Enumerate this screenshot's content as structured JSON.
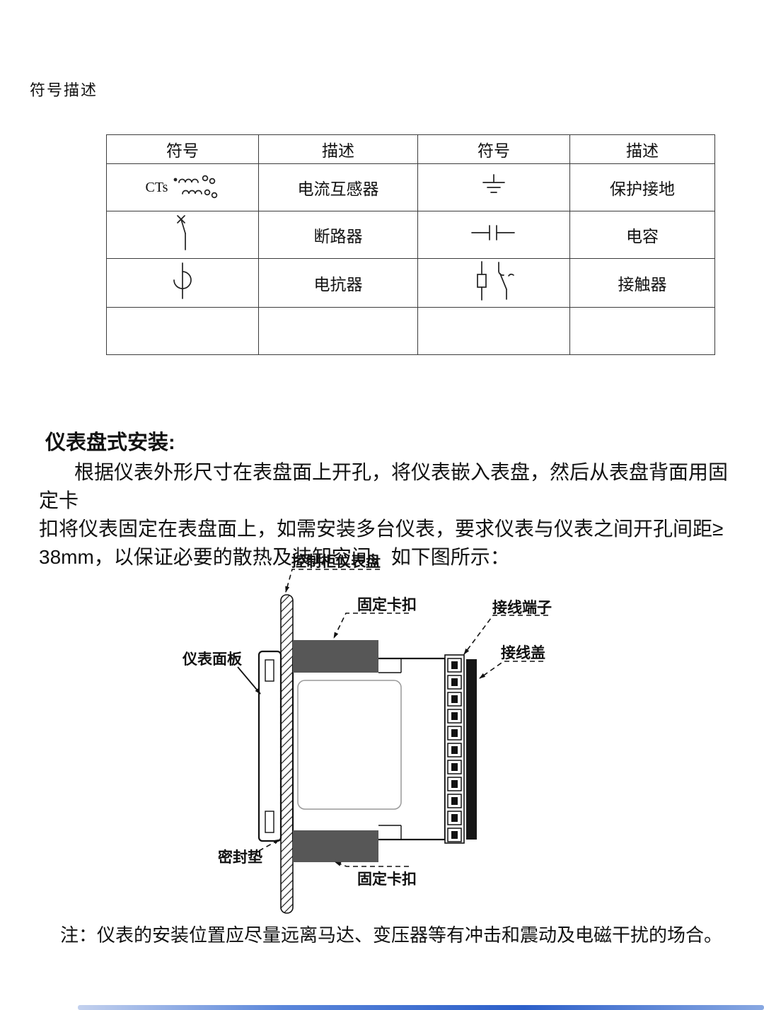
{
  "page": {
    "title": "符号描述",
    "note": "注：仪表的安装位置应尽量远离马达、变压器等有冲击和震动及电磁干扰的场合。"
  },
  "symbol_table": {
    "headers": [
      "符号",
      "描述",
      "符号",
      "描述"
    ],
    "rows": [
      {
        "left_symbol": "current-transformer",
        "left_symbol_text": "CTs",
        "left_desc": "电流互感器",
        "right_symbol": "protective-earth",
        "right_desc": "保护接地"
      },
      {
        "left_symbol": "circuit-breaker",
        "left_desc": "断路器",
        "right_symbol": "capacitor",
        "right_desc": "电容"
      },
      {
        "left_symbol": "reactor",
        "left_desc": "电抗器",
        "right_symbol": "contactor",
        "right_desc": "接触器"
      },
      {
        "left_desc": "",
        "right_desc": ""
      }
    ]
  },
  "install": {
    "heading": "仪表盘式安装:",
    "lines": [
      "根据仪表外形尺寸在表盘面上开孔，将仪表嵌入表盘，然后从表盘背面用固定卡",
      "扣将仪表固定在表盘面上，如需安装多台仪表，要求仪表与仪表之间开孔间距≥",
      "38mm，以保证必要的散热及装卸空间。如下图所示："
    ]
  },
  "diagram": {
    "labels": {
      "panel": "控制柜仪表盘",
      "clip_top": "固定卡扣",
      "terminal": "接线端子",
      "cover": "接线盖",
      "faceplate": "仪表面板",
      "gasket": "密封垫",
      "clip_bottom": "固定卡扣"
    }
  }
}
